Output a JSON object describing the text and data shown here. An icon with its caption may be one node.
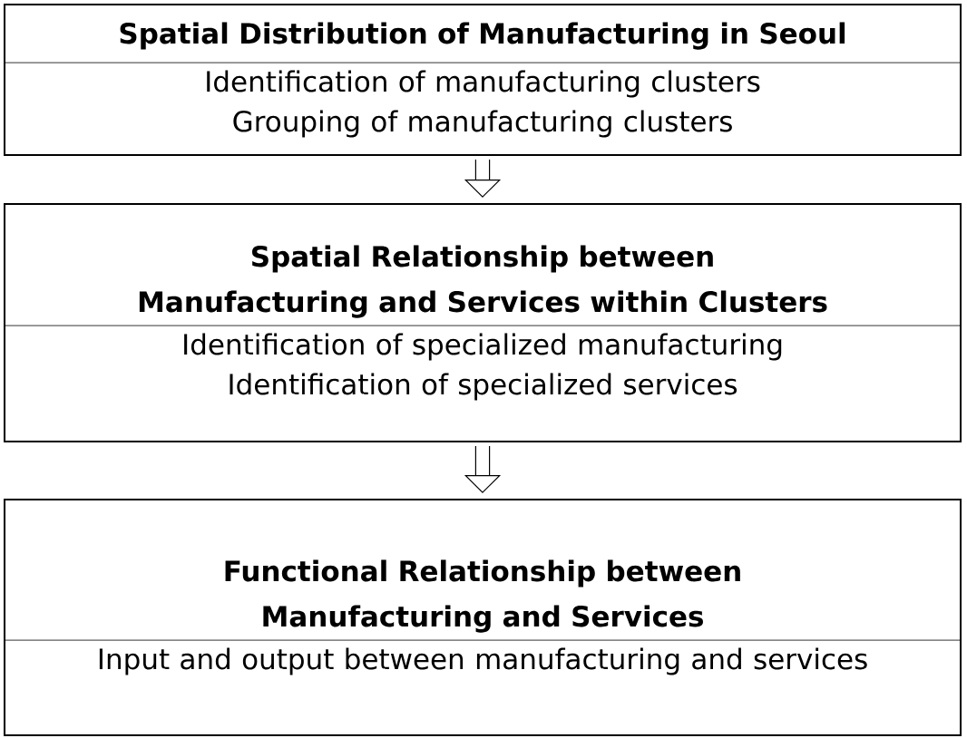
{
  "diagram": {
    "nodes": [
      {
        "text": [
          "Spatial Distribution of Manufacturing in Seoul",
          "Identification of manufacturing clusters",
          "Grouping of manufacturing clusters"
        ]
      },
      {
        "text": [
          "Spatial Relationship between Manufacturing and Services within Clusters",
          "Identification of specialized manufacturing",
          "Identification of specialized services"
        ]
      },
      {
        "text": [
          "Functional Relationship between Manufacturing and Services",
          "Input and output between manufacturing and services"
        ]
      }
    ],
    "edges": [
      {
        "from": 0,
        "to": 1,
        "arrow": "to"
      },
      {
        "from": 1,
        "to": 2,
        "arrow": "to"
      }
    ]
  }
}
